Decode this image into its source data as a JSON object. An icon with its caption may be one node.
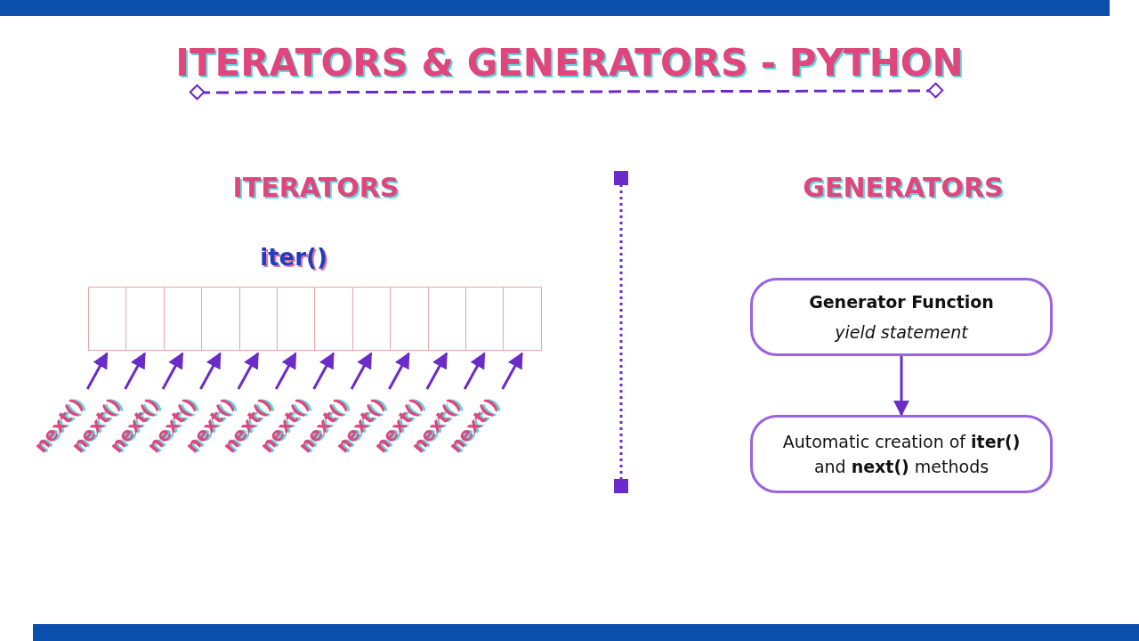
{
  "diagram": {
    "title": "ITERATORS & GENERATORS - PYTHON",
    "nodes": [
      {
        "text": [],
        "shape": "box"
      },
      {
        "text": [],
        "shape": "box"
      },
      {
        "text": [],
        "shape": "box"
      },
      {
        "text": [],
        "shape": "box"
      },
      {
        "text": [],
        "shape": "box"
      },
      {
        "text": [],
        "shape": "box"
      },
      {
        "text": [],
        "shape": "box"
      },
      {
        "text": [],
        "shape": "box"
      },
      {
        "text": [],
        "shape": "box"
      },
      {
        "text": [],
        "shape": "box"
      },
      {
        "text": [],
        "shape": "box"
      },
      {
        "text": [],
        "shape": "box"
      },
      {
        "text": [
          "next()"
        ]
      },
      {
        "text": [
          "next()"
        ]
      },
      {
        "text": [
          "next()"
        ]
      },
      {
        "text": [
          "next()"
        ]
      },
      {
        "text": [
          "next()"
        ]
      },
      {
        "text": [
          "next()"
        ]
      },
      {
        "text": [
          "next()"
        ]
      },
      {
        "text": [
          "next()"
        ]
      },
      {
        "text": [
          "next()"
        ]
      },
      {
        "text": [
          "next()"
        ]
      },
      {
        "text": [
          "next()"
        ]
      },
      {
        "text": [
          "next()"
        ]
      },
      {
        "text": [
          "Generator Function",
          "yield statement"
        ]
      },
      {
        "text": [
          "Automatic  creation of **iter()** and **next()** methods"
        ]
      }
    ],
    "edges": [
      {
        "from": 12,
        "to": 0,
        "arrow": "to"
      },
      {
        "from": 13,
        "to": 1,
        "arrow": "to"
      },
      {
        "from": 14,
        "to": 2,
        "arrow": "to"
      },
      {
        "from": 15,
        "to": 3,
        "arrow": "to"
      },
      {
        "from": 16,
        "to": 4,
        "arrow": "to"
      },
      {
        "from": 17,
        "to": 5,
        "arrow": "to"
      },
      {
        "from": 18,
        "to": 6,
        "arrow": "to"
      },
      {
        "from": 19,
        "to": 7,
        "arrow": "to"
      },
      {
        "from": 20,
        "to": 8,
        "arrow": "to"
      },
      {
        "from": 21,
        "to": 9,
        "arrow": "to"
      },
      {
        "from": 22,
        "to": 10,
        "arrow": "to"
      },
      {
        "from": 23,
        "to": 11,
        "arrow": "to"
      },
      {
        "from": 24,
        "to": 25,
        "arrow": "to"
      }
    ],
    "labels": [
      "ITERATORS",
      "GENERATORS",
      "iter()"
    ]
  }
}
